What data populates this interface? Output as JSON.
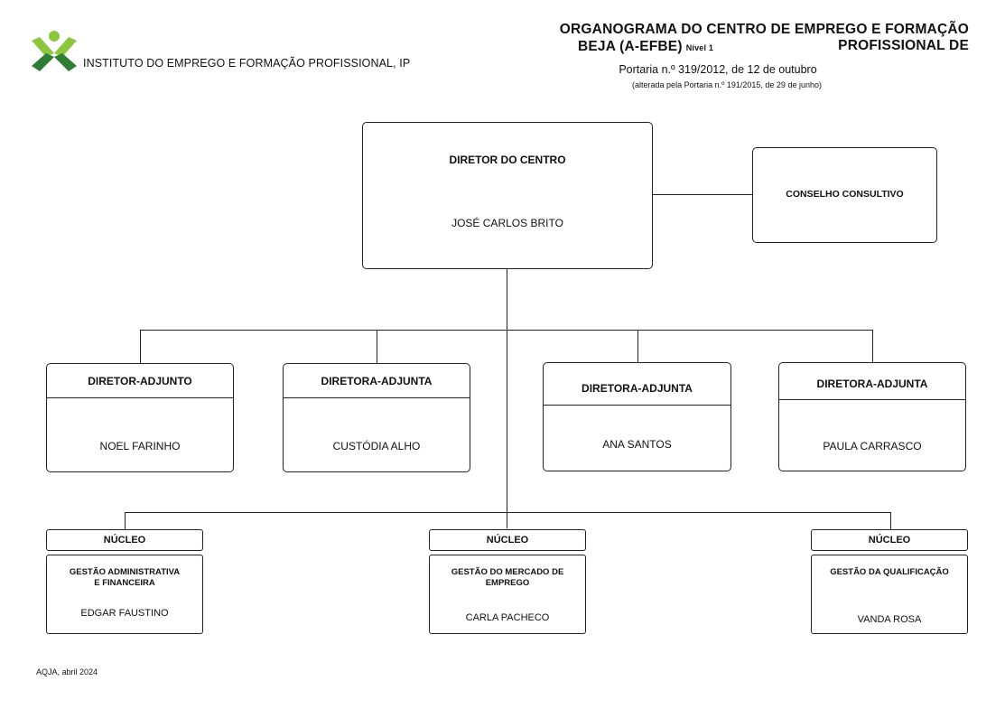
{
  "header": {
    "org_name": "INSTITUTO DO EMPREGO E FORMAÇÃO PROFISSIONAL, IP",
    "title_line1": "ORGANOGRAMA DO  CENTRO DE EMPREGO E FORMAÇÃO PROFISSIONAL DE",
    "title_line2": "BEJA (A-EFBE)",
    "level": "Nível 1",
    "portaria": "Portaria n.º 319/2012, de 12 de outubro",
    "alterada": "(alterada pela Portaria n.º 191/2015, de 29 de junho)",
    "brand_colors": {
      "green_light": "#8cc63f",
      "green_dark": "#2e7d32"
    }
  },
  "director": {
    "role": "DIRETOR DO CENTRO",
    "name": "JOSÉ CARLOS BRITO"
  },
  "council": {
    "label": "CONSELHO CONSULTIVO"
  },
  "deputies": [
    {
      "role": "DIRETOR-ADJUNTO",
      "name": "NOEL FARINHO"
    },
    {
      "role": "DIRETORA-ADJUNTA",
      "name": "CUSTÓDIA ALHO"
    },
    {
      "role": "DIRETORA-ADJUNTA",
      "name": "ANA SANTOS"
    },
    {
      "role": "DIRETORA-ADJUNTA",
      "name": "PAULA CARRASCO"
    }
  ],
  "nucleos": [
    {
      "label": "NÚCLEO",
      "name_line1": "GESTÃO ADMINISTRATIVA",
      "name_line2": "E FINANCEIRA",
      "person": "EDGAR FAUSTINO"
    },
    {
      "label": "NÚCLEO",
      "name_line1": "GESTÃO DO MERCADO DE EMPREGO",
      "name_line2": "",
      "person": "CARLA PACHECO"
    },
    {
      "label": "NÚCLEO",
      "name_line1": "GESTÃO DA QUALIFICAÇÃO",
      "name_line2": "",
      "person": "VANDA ROSA"
    }
  ],
  "footer": {
    "text": "AQJA, abril 2024"
  }
}
